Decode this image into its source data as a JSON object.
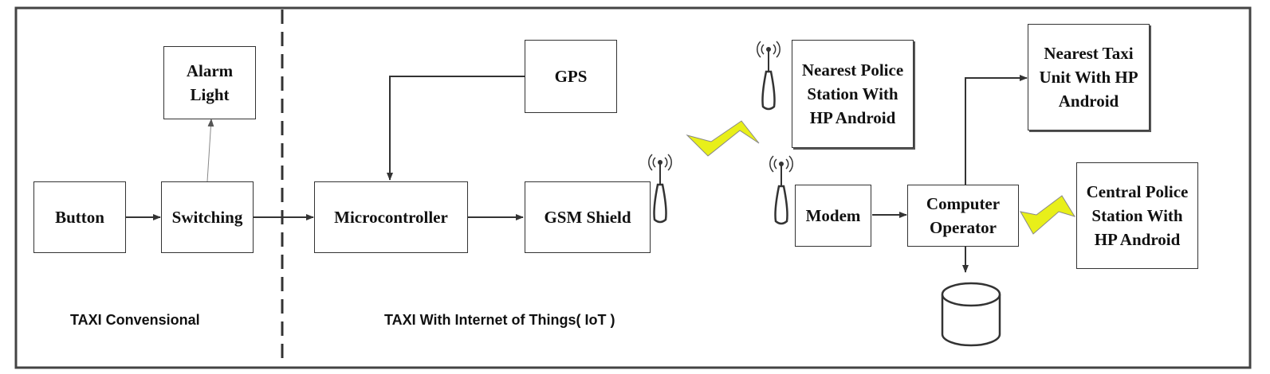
{
  "sections": {
    "left_caption": "TAXI Convensional",
    "right_caption": "TAXI With Internet of Things( IoT )"
  },
  "nodes": {
    "button": "Button",
    "switching": "Switching",
    "alarm_light": "Alarm Light",
    "microcontroller": "Microcontroller",
    "gps": "GPS",
    "gsm_shield": "GSM Shield",
    "nearest_police": "Nearest Police Station With HP Android",
    "modem": "Modem",
    "computer_operator": "Computer Operator",
    "nearest_taxi": "Nearest Taxi Unit With HP Android",
    "central_police": "Central Police Station With HP Android"
  },
  "colors": {
    "lightning": "#e8ef1a",
    "line": "#333333"
  },
  "icons": [
    "antenna-icon",
    "lightning-icon",
    "database-icon"
  ]
}
